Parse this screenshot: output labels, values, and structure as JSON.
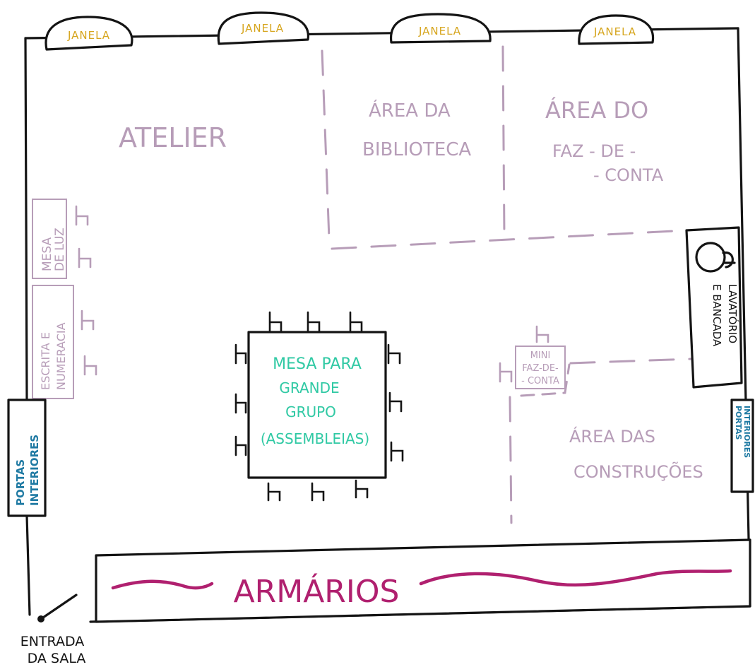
{
  "windows": [
    "JANELA",
    "JANELA",
    "JANELA",
    "JANELA"
  ],
  "areas": {
    "atelier": "ATELIER",
    "library": [
      "ÁREA DA",
      "BIBLIOTECA"
    ],
    "pretend": [
      "ÁREA DO",
      "FAZ - DE -",
      "- CONTA"
    ],
    "light_table": [
      "MESA",
      "DE LUZ"
    ],
    "writing": [
      "ESCRITA E",
      "NUMERACIA"
    ],
    "big_table": [
      "MESA PARA",
      "GRANDE",
      "GRUPO",
      "(ASSEMBLEIAS)"
    ],
    "mini_pretend": [
      "MINI",
      "FAZ-DE-",
      "- CONTA"
    ],
    "sink": [
      "LAVATÓRIO",
      "E BANCADA"
    ],
    "construction": [
      "ÁREA DAS",
      "CONSTRUÇÕES"
    ]
  },
  "doors_left": [
    "PORTAS",
    "INTERIORES"
  ],
  "doors_right": [
    "PORTAS",
    "INTERIORES"
  ],
  "cabinets": "ARMÁRIOS",
  "entrance": [
    "ENTRADA",
    "DA SALA"
  ],
  "colors": {
    "wall": "#141414",
    "window_text": "#d6a51d",
    "area_text": "#b79db8",
    "table_text": "#30c9a4",
    "door_text": "#1f7aa3",
    "cabinet_text": "#b0206f"
  }
}
